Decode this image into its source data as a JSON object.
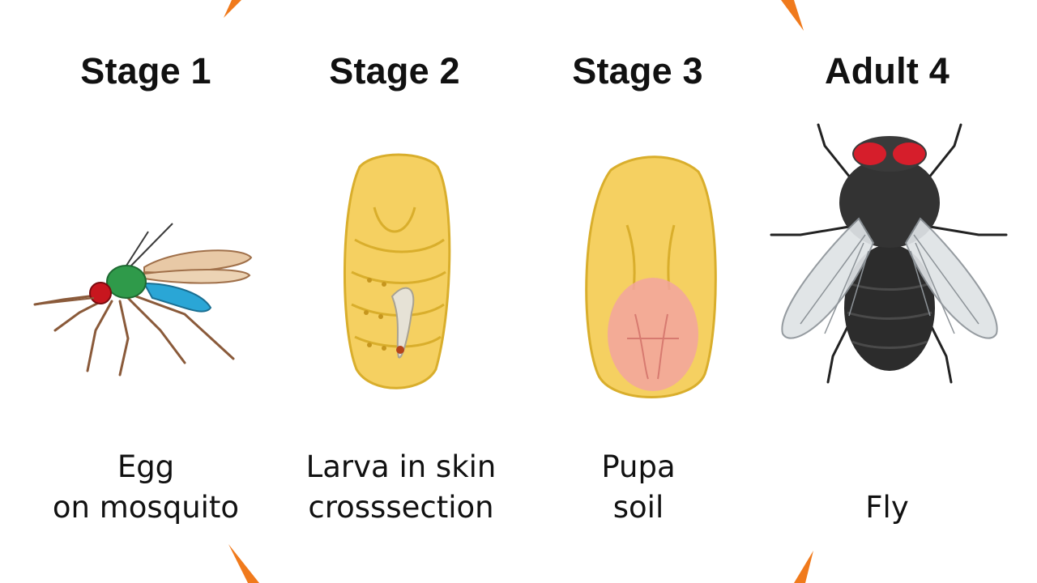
{
  "stages": [
    {
      "title": "Stage 1",
      "caption_line1": "Egg",
      "caption_line2": "on mosquito",
      "illustration": "mosquito-icon"
    },
    {
      "title": "Stage 2",
      "caption_line1": "Larva in skin",
      "caption_line2": "crosssection",
      "illustration": "larva-icon"
    },
    {
      "title": "Stage 3",
      "caption_line1": "Pupa",
      "caption_line2": "soil",
      "illustration": "pupa-icon"
    },
    {
      "title": "Adult 4",
      "caption_line1": "",
      "caption_line2": "Fly",
      "illustration": "fly-icon"
    }
  ],
  "colors": {
    "arrow": "#f07a1c",
    "larva_body": "#f5d061",
    "fly_eye": "#d61e2b",
    "mosquito_thorax": "#2f9a4a",
    "mosquito_abdomen": "#2aa6d6"
  }
}
